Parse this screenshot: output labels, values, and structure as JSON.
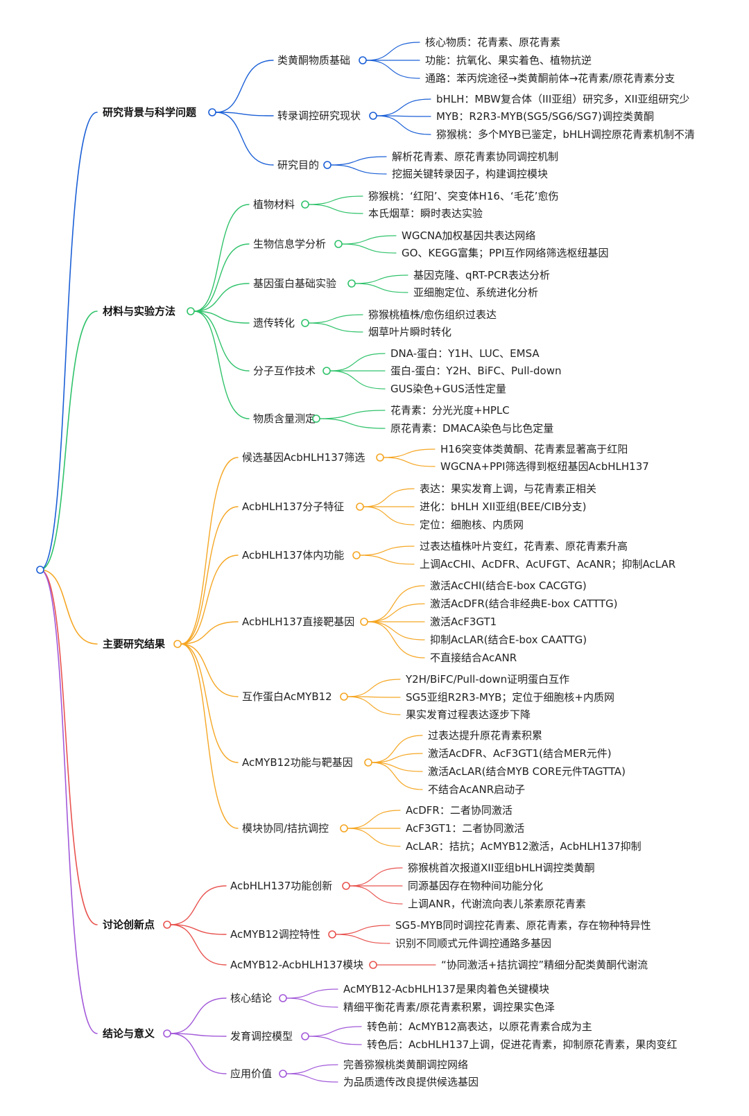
{
  "root": {},
  "branches": [
    {
      "label": "研究背景与科学问题",
      "color": "#1a5fd6",
      "children": [
        {
          "label": "类黄酮物质基础",
          "leaves": [
            "核心物质：花青素、原花青素",
            "功能：抗氧化、果实着色、植物抗逆",
            "通路：苯丙烷途径→类黄酮前体→花青素/原花青素分支"
          ]
        },
        {
          "label": "转录调控研究现状",
          "leaves": [
            "bHLH：MBW复合体（III亚组）研究多，XII亚组研究少",
            "MYB：R2R3-MYB(SG5/SG6/SG7)调控类黄酮",
            "猕猴桃：多个MYB已鉴定，bHLH调控原花青素机制不清"
          ]
        },
        {
          "label": "研究目的",
          "leaves": [
            "解析花青素、原花青素协同调控机制",
            "挖掘关键转录因子，构建调控模块"
          ]
        }
      ]
    },
    {
      "label": "材料与实验方法",
      "color": "#2fc26a",
      "children": [
        {
          "label": "植物材料",
          "leaves": [
            "猕猴桃：‘红阳’、突变体H16、‘毛花’愈伤",
            "本氏烟草：瞬时表达实验"
          ]
        },
        {
          "label": "生物信息学分析",
          "leaves": [
            "WGCNA加权基因共表达网络",
            "GO、KEGG富集；PPI互作网络筛选枢纽基因"
          ]
        },
        {
          "label": "基因蛋白基础实验",
          "leaves": [
            "基因克隆、qRT-PCR表达分析",
            "亚细胞定位、系统进化分析"
          ]
        },
        {
          "label": "遗传转化",
          "leaves": [
            "猕猴桃植株/愈伤组织过表达",
            "烟草叶片瞬时转化"
          ]
        },
        {
          "label": "分子互作技术",
          "leaves": [
            "DNA-蛋白：Y1H、LUC、EMSA",
            "蛋白-蛋白：Y2H、BiFC、Pull-down",
            "GUS染色+GUS活性定量"
          ]
        },
        {
          "label": "物质含量测定",
          "leaves": [
            "花青素：分光光度+HPLC",
            "原花青素：DMACA染色与比色定量"
          ]
        }
      ]
    },
    {
      "label": "主要研究结果",
      "color": "#f5a623",
      "children": [
        {
          "label": "候选基因AcbHLH137筛选",
          "leaves": [
            "H16突变体类黄酮、花青素显著高于红阳",
            "WGCNA+PPI筛选得到枢纽基因AcbHLH137"
          ]
        },
        {
          "label": "AcbHLH137分子特征",
          "leaves": [
            "表达：果实发育上调，与花青素正相关",
            "进化：bHLH XII亚组(BEE/CIB分支)",
            "定位：细胞核、内质网"
          ]
        },
        {
          "label": "AcbHLH137体内功能",
          "leaves": [
            "过表达植株叶片变红，花青素、原花青素升高",
            "上调AcCHI、AcDFR、AcUFGT、AcANR；抑制AcLAR"
          ]
        },
        {
          "label": "AcbHLH137直接靶基因",
          "leaves": [
            "激活AcCHI(结合E-box CACGTG)",
            "激活AcDFR(结合非经典E-box CATTTG)",
            "激活AcF3GT1",
            "抑制AcLAR(结合E-box CAATTG)",
            "不直接结合AcANR"
          ]
        },
        {
          "label": "互作蛋白AcMYB12",
          "leaves": [
            "Y2H/BiFC/Pull-down证明蛋白互作",
            "SG5亚组R2R3-MYB；定位于细胞核+内质网",
            "果实发育过程表达逐步下降"
          ]
        },
        {
          "label": "AcMYB12功能与靶基因",
          "leaves": [
            "过表达提升原花青素积累",
            "激活AcDFR、AcF3GT1(结合MER元件)",
            "激活AcLAR(结合MYB CORE元件TAGTTA)",
            "不结合AcANR启动子"
          ]
        },
        {
          "label": "模块协同/拮抗调控",
          "leaves": [
            "AcDFR：二者协同激活",
            "AcF3GT1：二者协同激活",
            "AcLAR：拮抗；AcMYB12激活，AcbHLH137抑制"
          ]
        }
      ]
    },
    {
      "label": "讨论创新点",
      "color": "#e8534f",
      "children": [
        {
          "label": "AcbHLH137功能创新",
          "leaves": [
            "猕猴桃首次报道XII亚组bHLH调控类黄酮",
            "同源基因存在物种间功能分化",
            "上调ANR，代谢流向表儿茶素原花青素"
          ]
        },
        {
          "label": "AcMYB12调控特性",
          "leaves": [
            "SG5-MYB同时调控花青素、原花青素，存在物种特异性",
            "识别不同顺式元件调控通路多基因"
          ]
        },
        {
          "label": "AcMYB12-AcbHLH137模块",
          "leaves": [
            "“协同激活+拮抗调控”精细分配类黄酮代谢流"
          ]
        }
      ]
    },
    {
      "label": "结论与意义",
      "color": "#a259d9",
      "children": [
        {
          "label": "核心结论",
          "leaves": [
            "AcMYB12-AcbHLH137是果肉着色关键模块",
            "精细平衡花青素/原花青素积累，调控果实色泽"
          ]
        },
        {
          "label": "发育调控模型",
          "leaves": [
            "转色前：AcMYB12高表达，以原花青素合成为主",
            "转色后：AcbHLH137上调，促进花青素，抑制原花青素，果肉变红"
          ]
        },
        {
          "label": "应用价值",
          "leaves": [
            "完善猕猴桃类黄酮调控网络",
            "为品质遗传改良提供候选基因"
          ]
        }
      ]
    }
  ]
}
